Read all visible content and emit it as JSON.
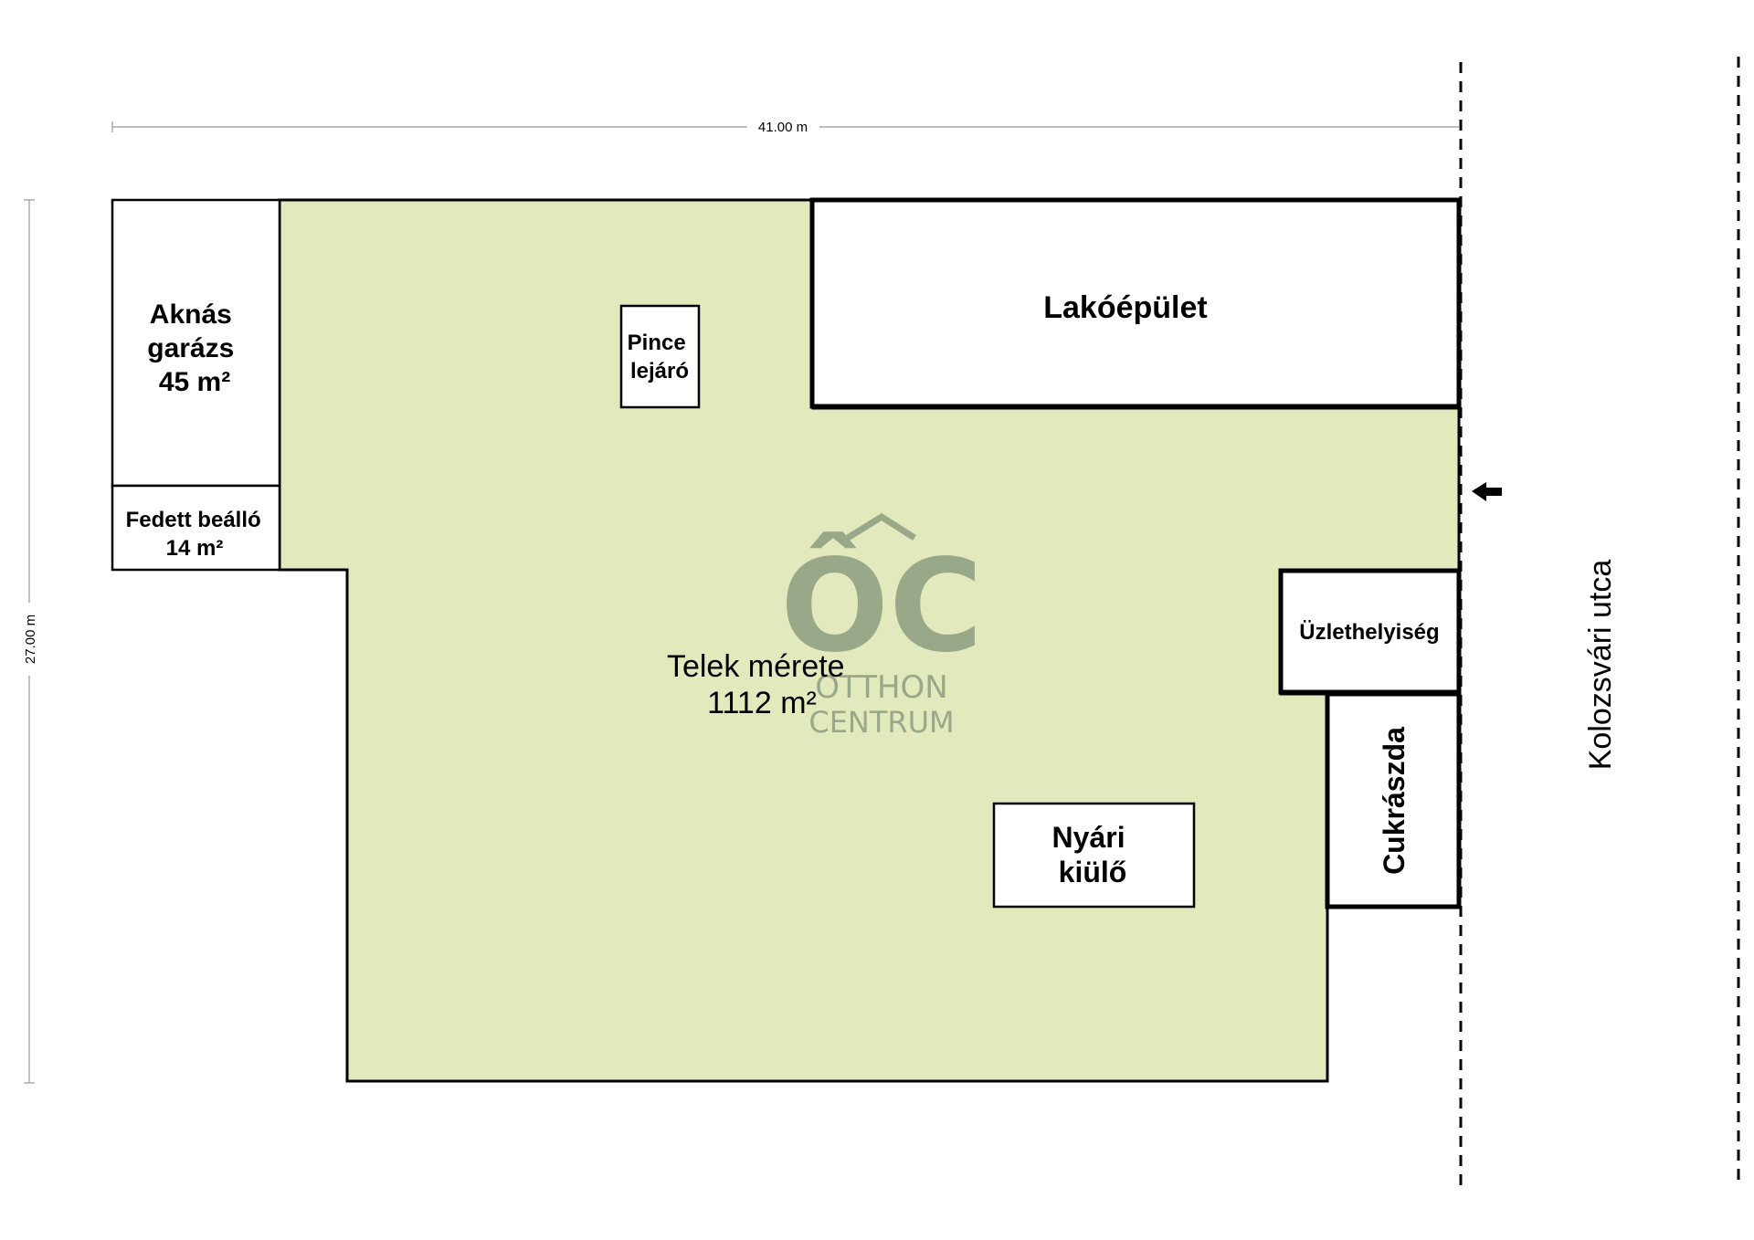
{
  "dimensions": {
    "width_label": "41.00 m",
    "height_label": "27.00 m"
  },
  "plot": {
    "line1": "Telek mérete",
    "line2": "1112 m²"
  },
  "rooms": {
    "garage": {
      "line1": "Aknás",
      "line2": "garázs",
      "line3": "45 m²"
    },
    "carport": {
      "line1": "Fedett beálló",
      "line2": "14 m²"
    },
    "cellar": {
      "line1": "Pince",
      "line2": "lejáró"
    },
    "house": {
      "label": "Lakóépület"
    },
    "shop": {
      "label": "Üzlethelyiség"
    },
    "confectionery": {
      "label": "Cukrászda"
    },
    "summer_kitchen": {
      "line1": "Nyári",
      "line2": "kiülő"
    }
  },
  "street": {
    "label": "Kolozsvári utca"
  },
  "watermark": {
    "logo": "ÔC",
    "line1": "OTTHON",
    "line2": "CENTRUM"
  },
  "icons": {
    "entrance": "arrow-left-icon"
  },
  "colors": {
    "plot_fill": "#e2e9bd",
    "outline": "#000000",
    "watermark": "#9aa88a"
  }
}
